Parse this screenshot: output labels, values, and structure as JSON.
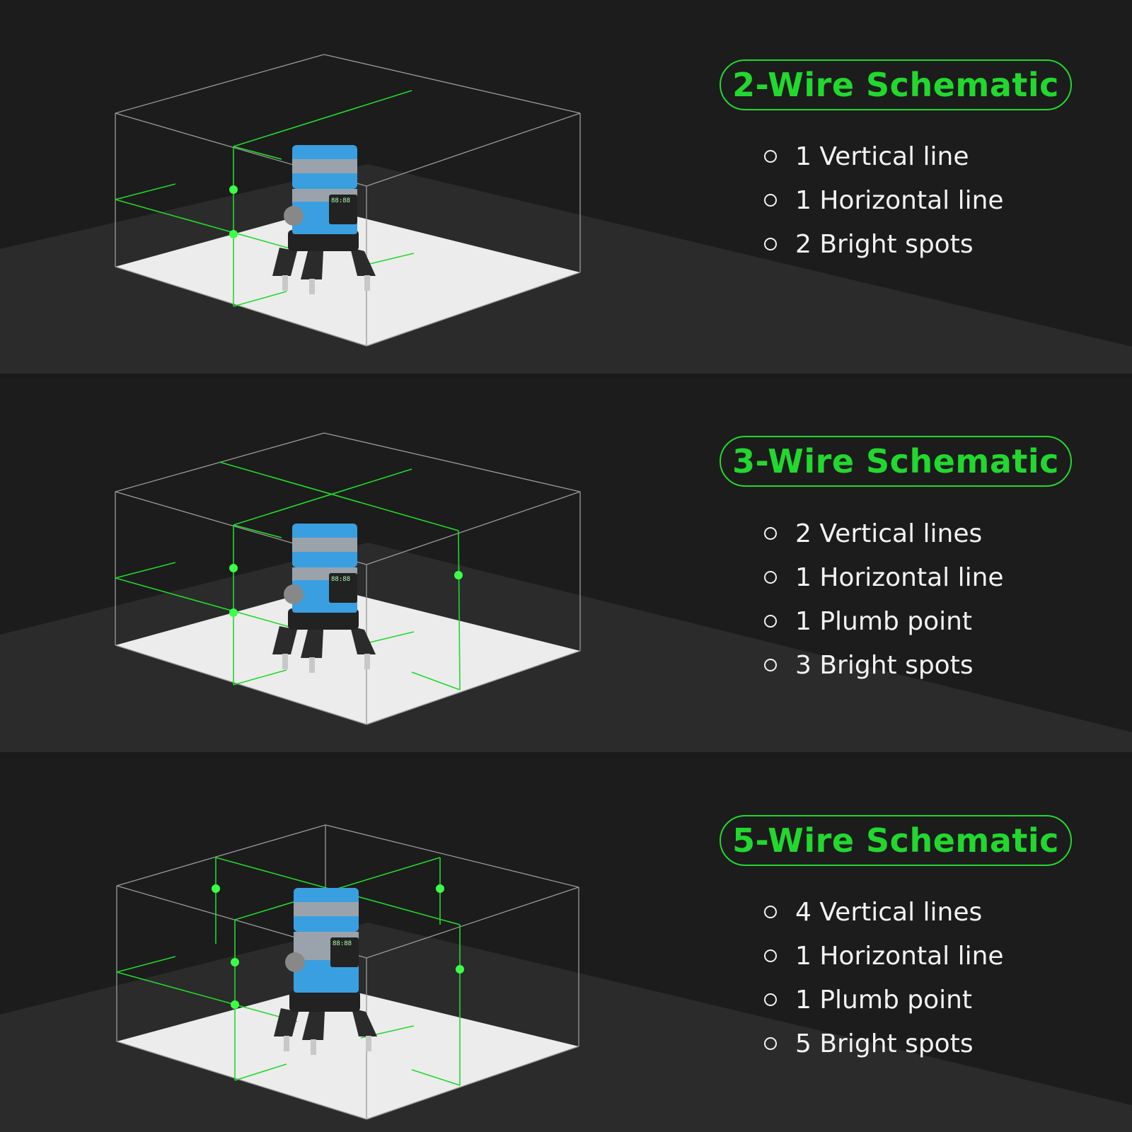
{
  "panels": [
    {
      "title": "2-Wire Schematic",
      "features": [
        "1 Vertical line",
        "1 Horizontal line",
        "2 Bright spots"
      ],
      "display_text": "88:88"
    },
    {
      "title": "3-Wire Schematic",
      "features": [
        "2 Vertical lines",
        "1 Horizontal line",
        "1 Plumb point",
        "3 Bright spots"
      ],
      "display_text": "88:88"
    },
    {
      "title": "5-Wire Schematic",
      "features": [
        "4 Vertical lines",
        "1 Horizontal line",
        "1 Plumb point",
        "5 Bright spots"
      ],
      "display_text": "88:88"
    }
  ],
  "colors": {
    "laser_green": "#22d82e",
    "device_blue": "#3a9fe0",
    "device_grey": "#9aa3ab",
    "background": "#1c1c1c"
  }
}
